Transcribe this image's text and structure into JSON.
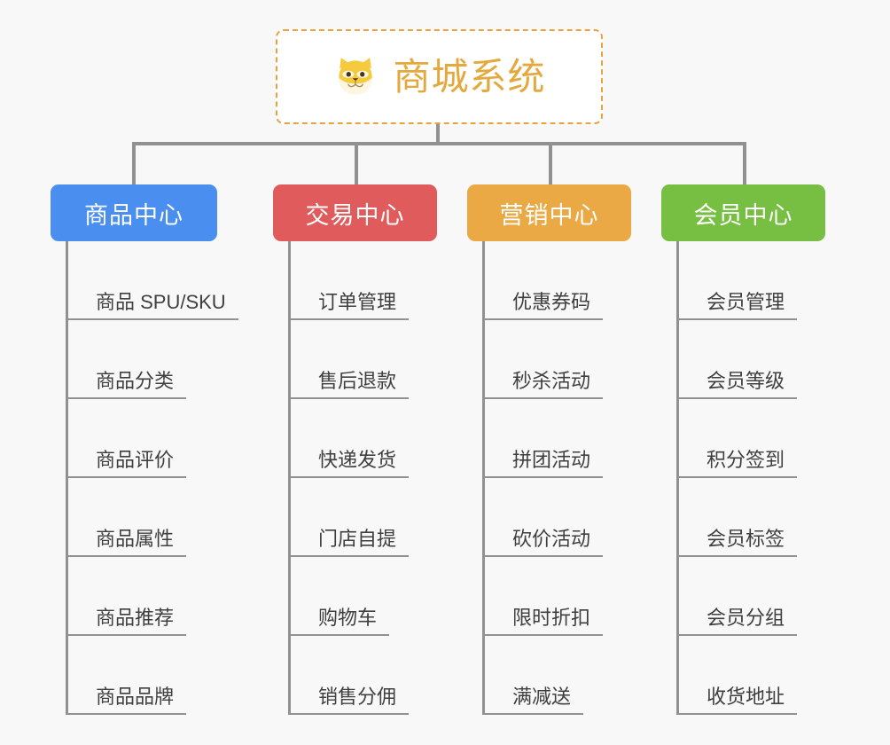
{
  "root": {
    "title": "商城系统",
    "icon": "shiba-dog-emoji",
    "border_color": "#e8a33d",
    "title_color": "#e3a93c"
  },
  "theme": {
    "background": "#f8f8f8",
    "connector_color": "#919191",
    "leaf_text_color": "#3f3f3f"
  },
  "categories": [
    {
      "label": "商品中心",
      "color": "#4a8ef0",
      "items": [
        "商品 SPU/SKU",
        "商品分类",
        "商品评价",
        "商品属性",
        "商品推荐",
        "商品品牌"
      ]
    },
    {
      "label": "交易中心",
      "color": "#e05c5c",
      "items": [
        "订单管理",
        "售后退款",
        "快递发货",
        "门店自提",
        "购物车",
        "销售分佣"
      ]
    },
    {
      "label": "营销中心",
      "color": "#eaa944",
      "items": [
        "优惠券码",
        "秒杀活动",
        "拼团活动",
        "砍价活动",
        "限时折扣",
        "满减送"
      ]
    },
    {
      "label": "会员中心",
      "color": "#76bf43",
      "items": [
        "会员管理",
        "会员等级",
        "积分签到",
        "会员标签",
        "会员分组",
        "收货地址"
      ]
    }
  ]
}
